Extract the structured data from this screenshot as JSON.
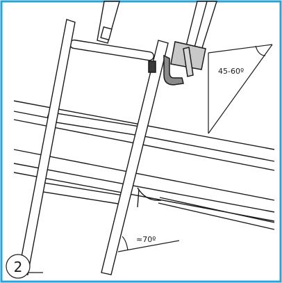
{
  "figure": {
    "step_number": "2",
    "wall_angle_label": "45-60º",
    "ladder_angle_label": "≈70º",
    "border_color": "#29a3d6",
    "line_color": "#1a1a1a"
  }
}
